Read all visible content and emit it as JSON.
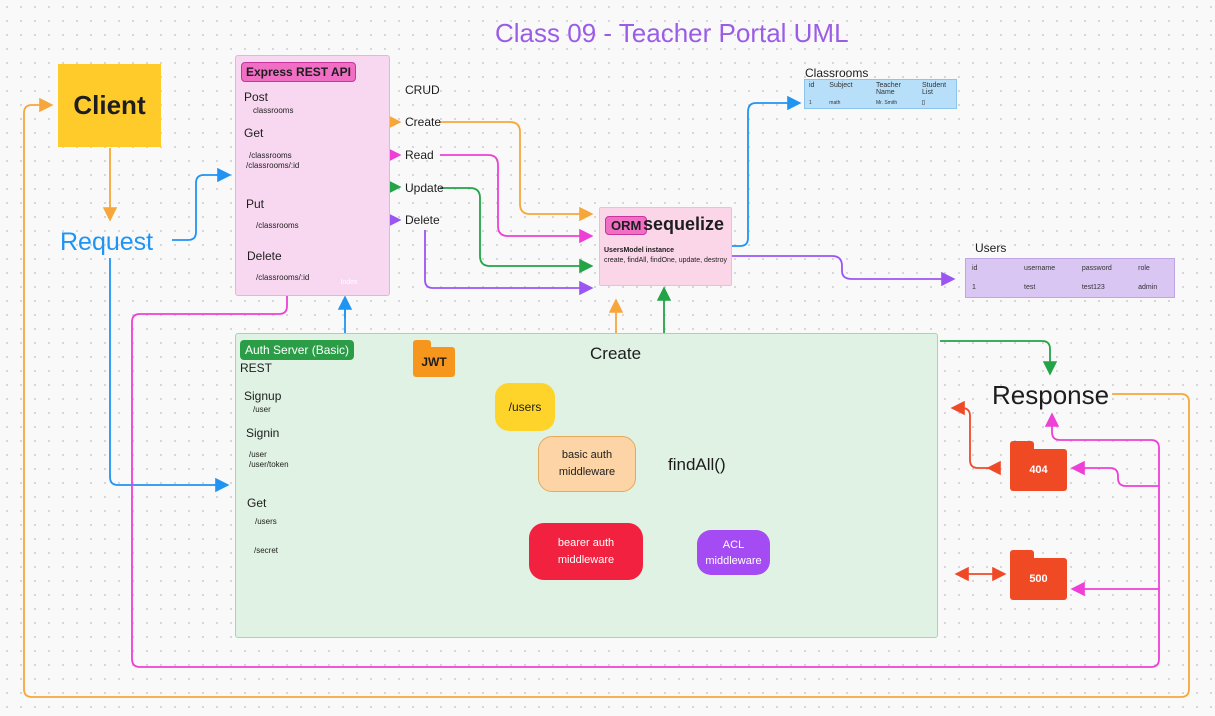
{
  "title": "Class 09 -  Teacher Portal UML",
  "client": "Client",
  "request": "Request",
  "response": "Response",
  "express": {
    "tag": "Express REST API",
    "items": [
      {
        "method": "Post",
        "routes": [
          "classrooms"
        ]
      },
      {
        "method": "Get",
        "routes": [
          "/classrooms",
          "/classrooms/:id"
        ]
      },
      {
        "method": "Put",
        "routes": [
          "/classrooms"
        ]
      },
      {
        "method": "Delete",
        "routes": [
          "/classrooms/:id"
        ]
      }
    ],
    "index": "Index"
  },
  "crud": {
    "title": "CRUD",
    "ops": [
      "Create",
      "Read",
      "Update",
      "Delete"
    ]
  },
  "orm": {
    "tag": "ORM",
    "name": "sequelize",
    "instance": "UsersModel instance",
    "methods": "create, findAll, findOne, update, destroy"
  },
  "classrooms": {
    "title": "Classrooms",
    "headers": [
      "id",
      "Subject",
      "Teacher Name",
      "Student List"
    ],
    "rows": [
      [
        "1",
        "math",
        "Mr. Smith",
        "[]"
      ]
    ]
  },
  "users_table": {
    "title": "Users",
    "headers": [
      "id",
      "username",
      "password",
      "role"
    ],
    "rows": [
      [
        "1",
        "test",
        "test123",
        "admin"
      ]
    ]
  },
  "auth": {
    "tag": "Auth Server (Basic)",
    "rest": "REST",
    "signup": {
      "label": "Signup",
      "routes": [
        "/user"
      ]
    },
    "signin": {
      "label": "Signin",
      "routes": [
        "/user",
        "/user/token"
      ]
    },
    "get": {
      "label": "Get",
      "routes": [
        "/users",
        "/secret"
      ]
    },
    "jwt": "JWT",
    "users_node": "/users",
    "create": "Create",
    "findall": "findAll()",
    "basic_auth": [
      "basic auth",
      "middleware"
    ],
    "bearer_auth": [
      "bearer auth",
      "middleware"
    ],
    "acl": [
      "ACL",
      "middleware"
    ]
  },
  "errors": {
    "e404": "404",
    "e500": "500"
  },
  "colors": {
    "orange": "#f7a63a",
    "blue": "#2094f3",
    "magenta": "#ee3fd6",
    "green": "#23a447",
    "purple": "#9a55f2",
    "red": "#ef4a28",
    "title": "#9b5de5"
  }
}
